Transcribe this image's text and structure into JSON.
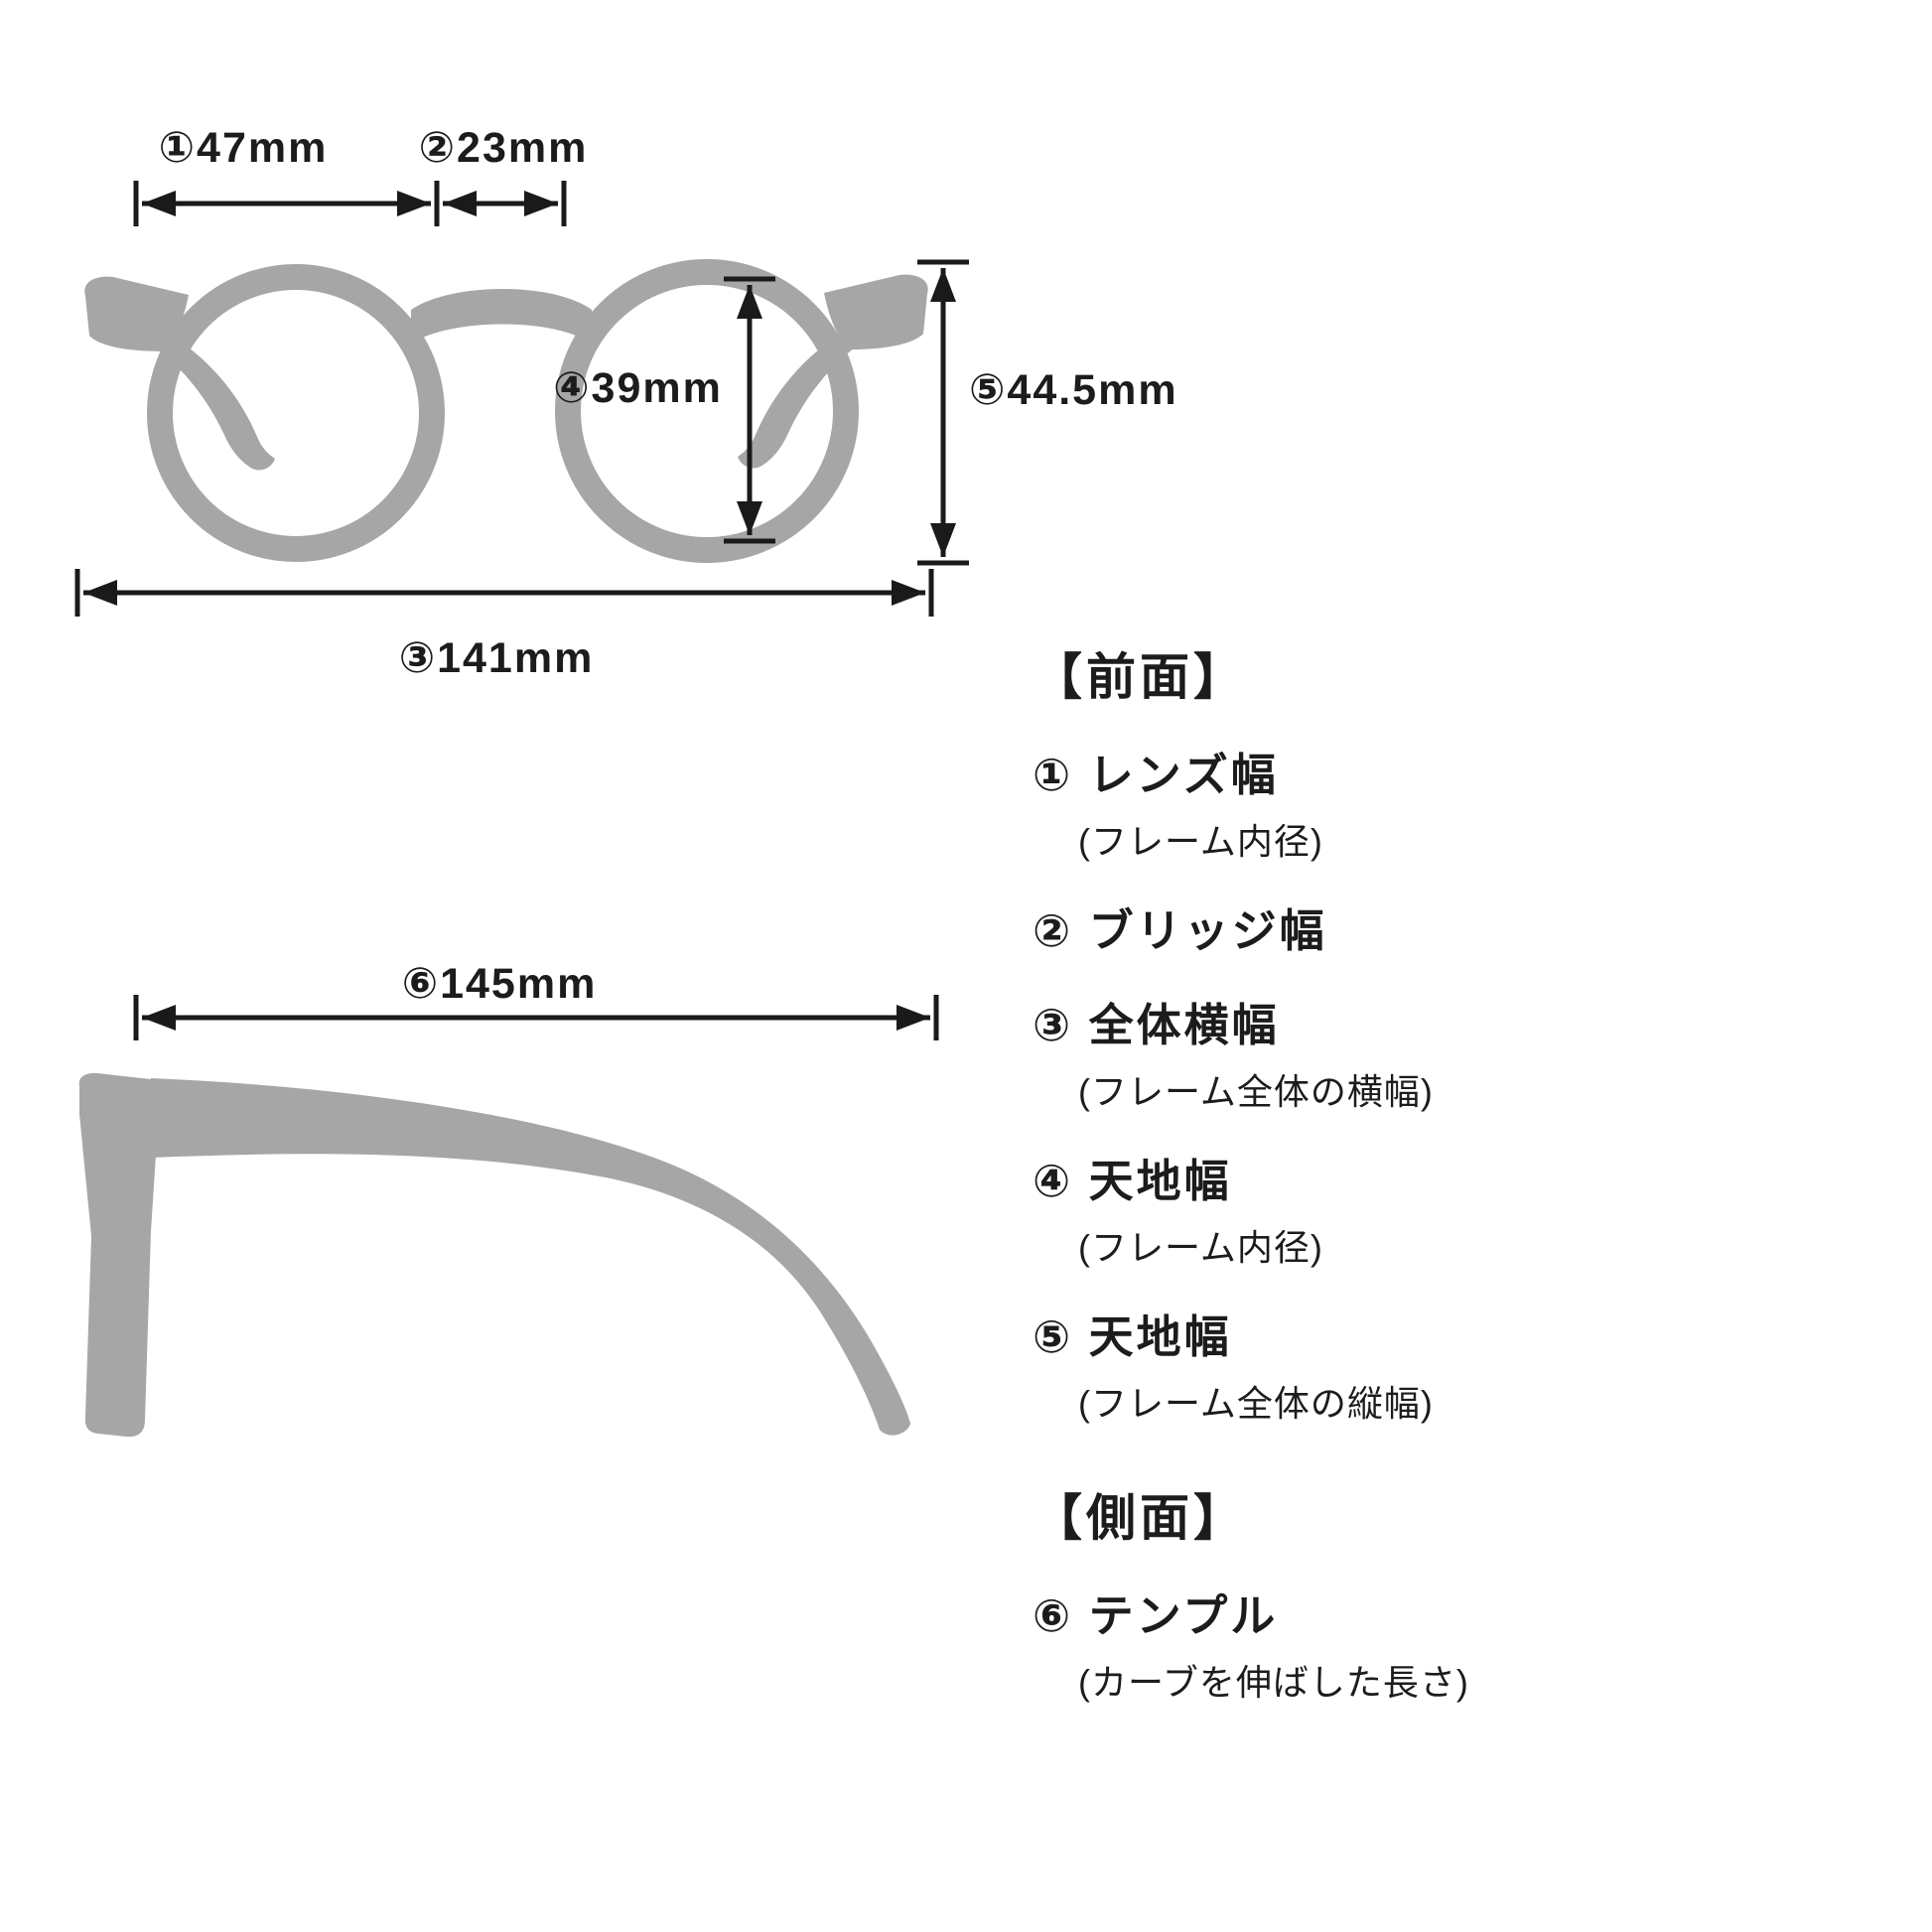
{
  "colors": {
    "background": "#ffffff",
    "silhouette": "#a6a6a6",
    "line": "#1a1a1a"
  },
  "dimensions": {
    "lens_width": "①47mm",
    "bridge_width": "②23mm",
    "total_width": "③141mm",
    "lens_height": "④39mm",
    "frame_height": "⑤44.5mm",
    "temple_length": "⑥145mm"
  },
  "legend": {
    "sections": [
      {
        "header": "【前面】",
        "items": [
          {
            "label": "① レンズ幅",
            "note": "(フレーム内径)"
          },
          {
            "label": "② ブリッジ幅"
          },
          {
            "label": "③ 全体横幅",
            "note": "(フレーム全体の横幅)"
          },
          {
            "label": "④ 天地幅",
            "note": "(フレーム内径)"
          },
          {
            "label": "⑤ 天地幅",
            "note": "(フレーム全体の縦幅)"
          }
        ]
      },
      {
        "header": "【側面】",
        "items": [
          {
            "label": "⑥ テンプル",
            "note": "(カーブを伸ばした長さ)"
          }
        ]
      }
    ]
  }
}
